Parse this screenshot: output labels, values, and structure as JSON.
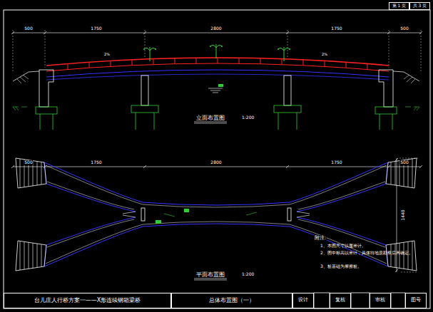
{
  "diagram": {
    "nodes": [
      {
        "text": [
          "第 1 页"
        ]
      },
      {
        "text": [
          "共 3 页"
        ]
      },
      {
        "text": [
          "台儿庄人行桥方案一——X形连续钢箱梁桥"
        ]
      },
      {
        "text": [
          "总体布置图（一）"
        ]
      },
      {
        "text": [
          "设计"
        ]
      },
      {
        "text": [
          "复核"
        ]
      },
      {
        "text": [
          "审核"
        ]
      },
      {
        "text": [
          "图号"
        ]
      }
    ],
    "labels": [
      "500",
      "1750",
      "2800",
      "1750",
      "500",
      "2%",
      "2%",
      "立面布置图",
      "1:200",
      "500",
      "1750",
      "2800",
      "1750",
      "500",
      "1440",
      "平面布置图",
      "1:200",
      "附注:",
      "1、本图尺寸以厘米计。",
      "2、图中标高以米计，具体待地质勘察后再确定。",
      "3、桩基础为摩擦桩。"
    ]
  }
}
